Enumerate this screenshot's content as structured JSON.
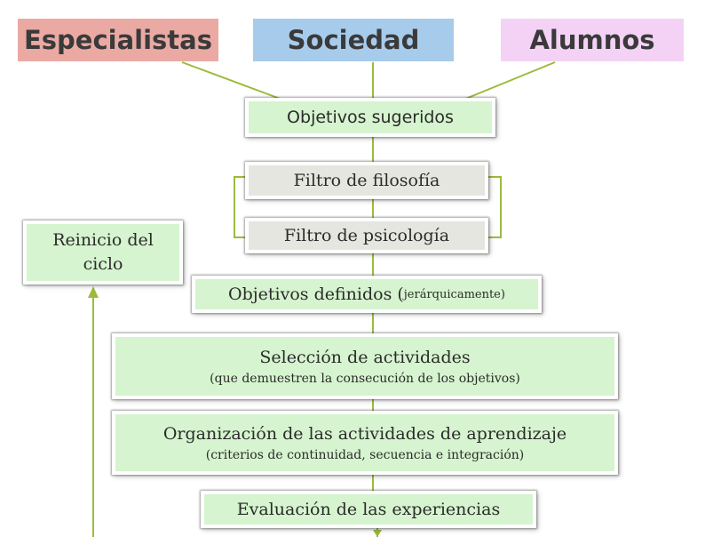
{
  "headers": {
    "especialistas": {
      "label": "Especialistas",
      "color": "#eba9a3"
    },
    "sociedad": {
      "label": "Sociedad",
      "color": "#a7cbeb"
    },
    "alumnos": {
      "label": "Alumnos",
      "color": "#f3d2f6"
    }
  },
  "nodes": {
    "objetivos_sugeridos": "Objetivos sugeridos",
    "filtro_filosofia": "Filtro de filosofía",
    "filtro_psicologia": "Filtro de psicología",
    "objetivos_definidos": "Objetivos definidos (",
    "objetivos_definidos_suffix": "jerárquicamente)",
    "seleccion_title": "Selección de actividades",
    "seleccion_sub": "(que demuestren la consecución de los objetivos)",
    "organizacion_title": "Organización de las actividades de aprendizaje",
    "organizacion_sub": "(criterios de continuidad, secuencia e integración)",
    "evaluacion": "Evaluación de las experiencias",
    "reinicio": "Reinicio del ciclo"
  },
  "colors": {
    "connector": "#9bbb3c",
    "node_green": "#d6f4cf",
    "node_grey": "#e6e6e1"
  }
}
